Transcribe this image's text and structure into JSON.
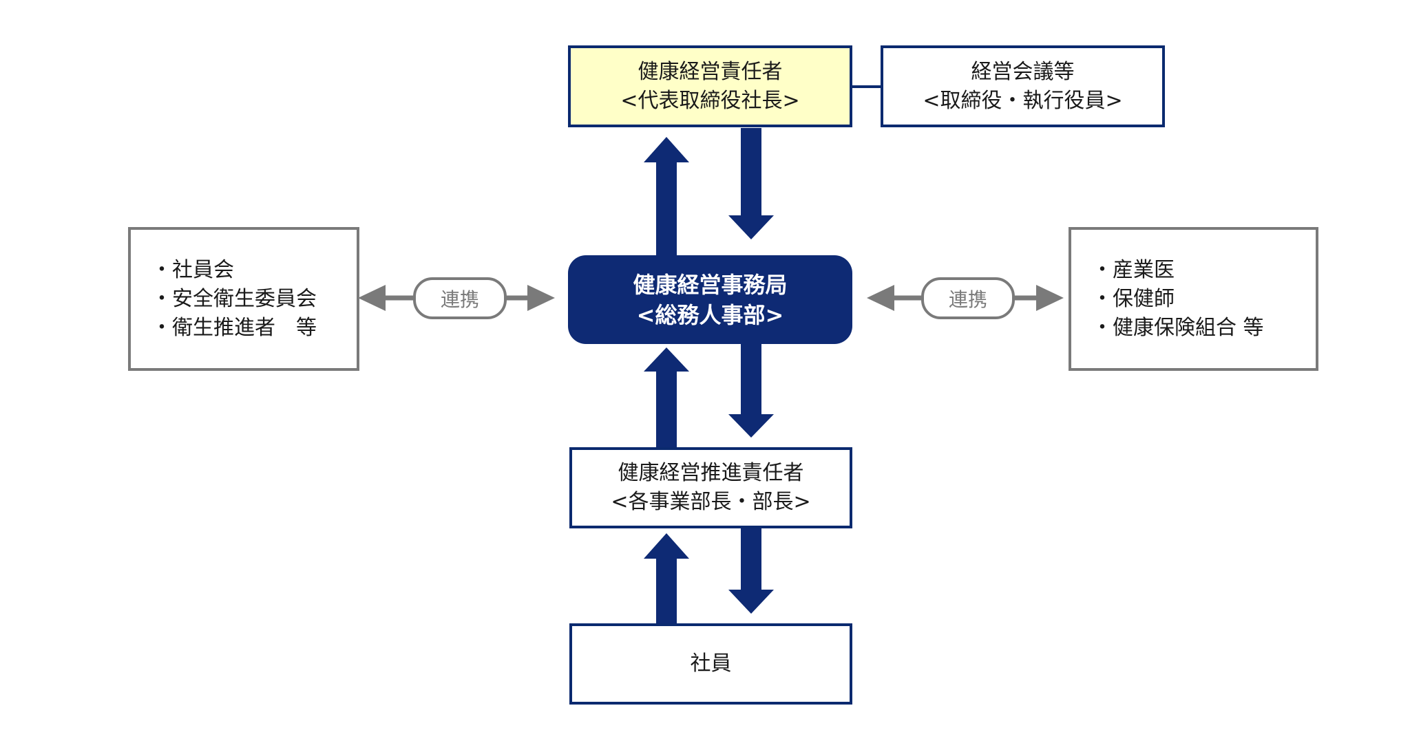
{
  "diagram": {
    "top_box": {
      "line1": "健康経営責任者",
      "line2": "<代表取締役社長>"
    },
    "board_box": {
      "line1": "経営会議等",
      "line2": "<取締役・執行役員>"
    },
    "hub_box": {
      "line1": "健康経営事務局",
      "line2": "<総務人事部>"
    },
    "promoter_box": {
      "line1": "健康経営推進責任者",
      "line2": "<各事業部長・部長>"
    },
    "employee_box": {
      "label": "社員"
    },
    "left_box": {
      "items": [
        "・社員会",
        "・安全衛生委員会",
        "・衛生推進者　等"
      ]
    },
    "right_box": {
      "items": [
        "・産業医",
        "・保健師",
        "・健康保険組合 等"
      ]
    },
    "left_link": {
      "label": "連携"
    },
    "right_link": {
      "label": "連携"
    }
  },
  "colors": {
    "navy": "#0e2a74",
    "gray": "#7a7a7a",
    "highlight": "#ffffc8"
  }
}
